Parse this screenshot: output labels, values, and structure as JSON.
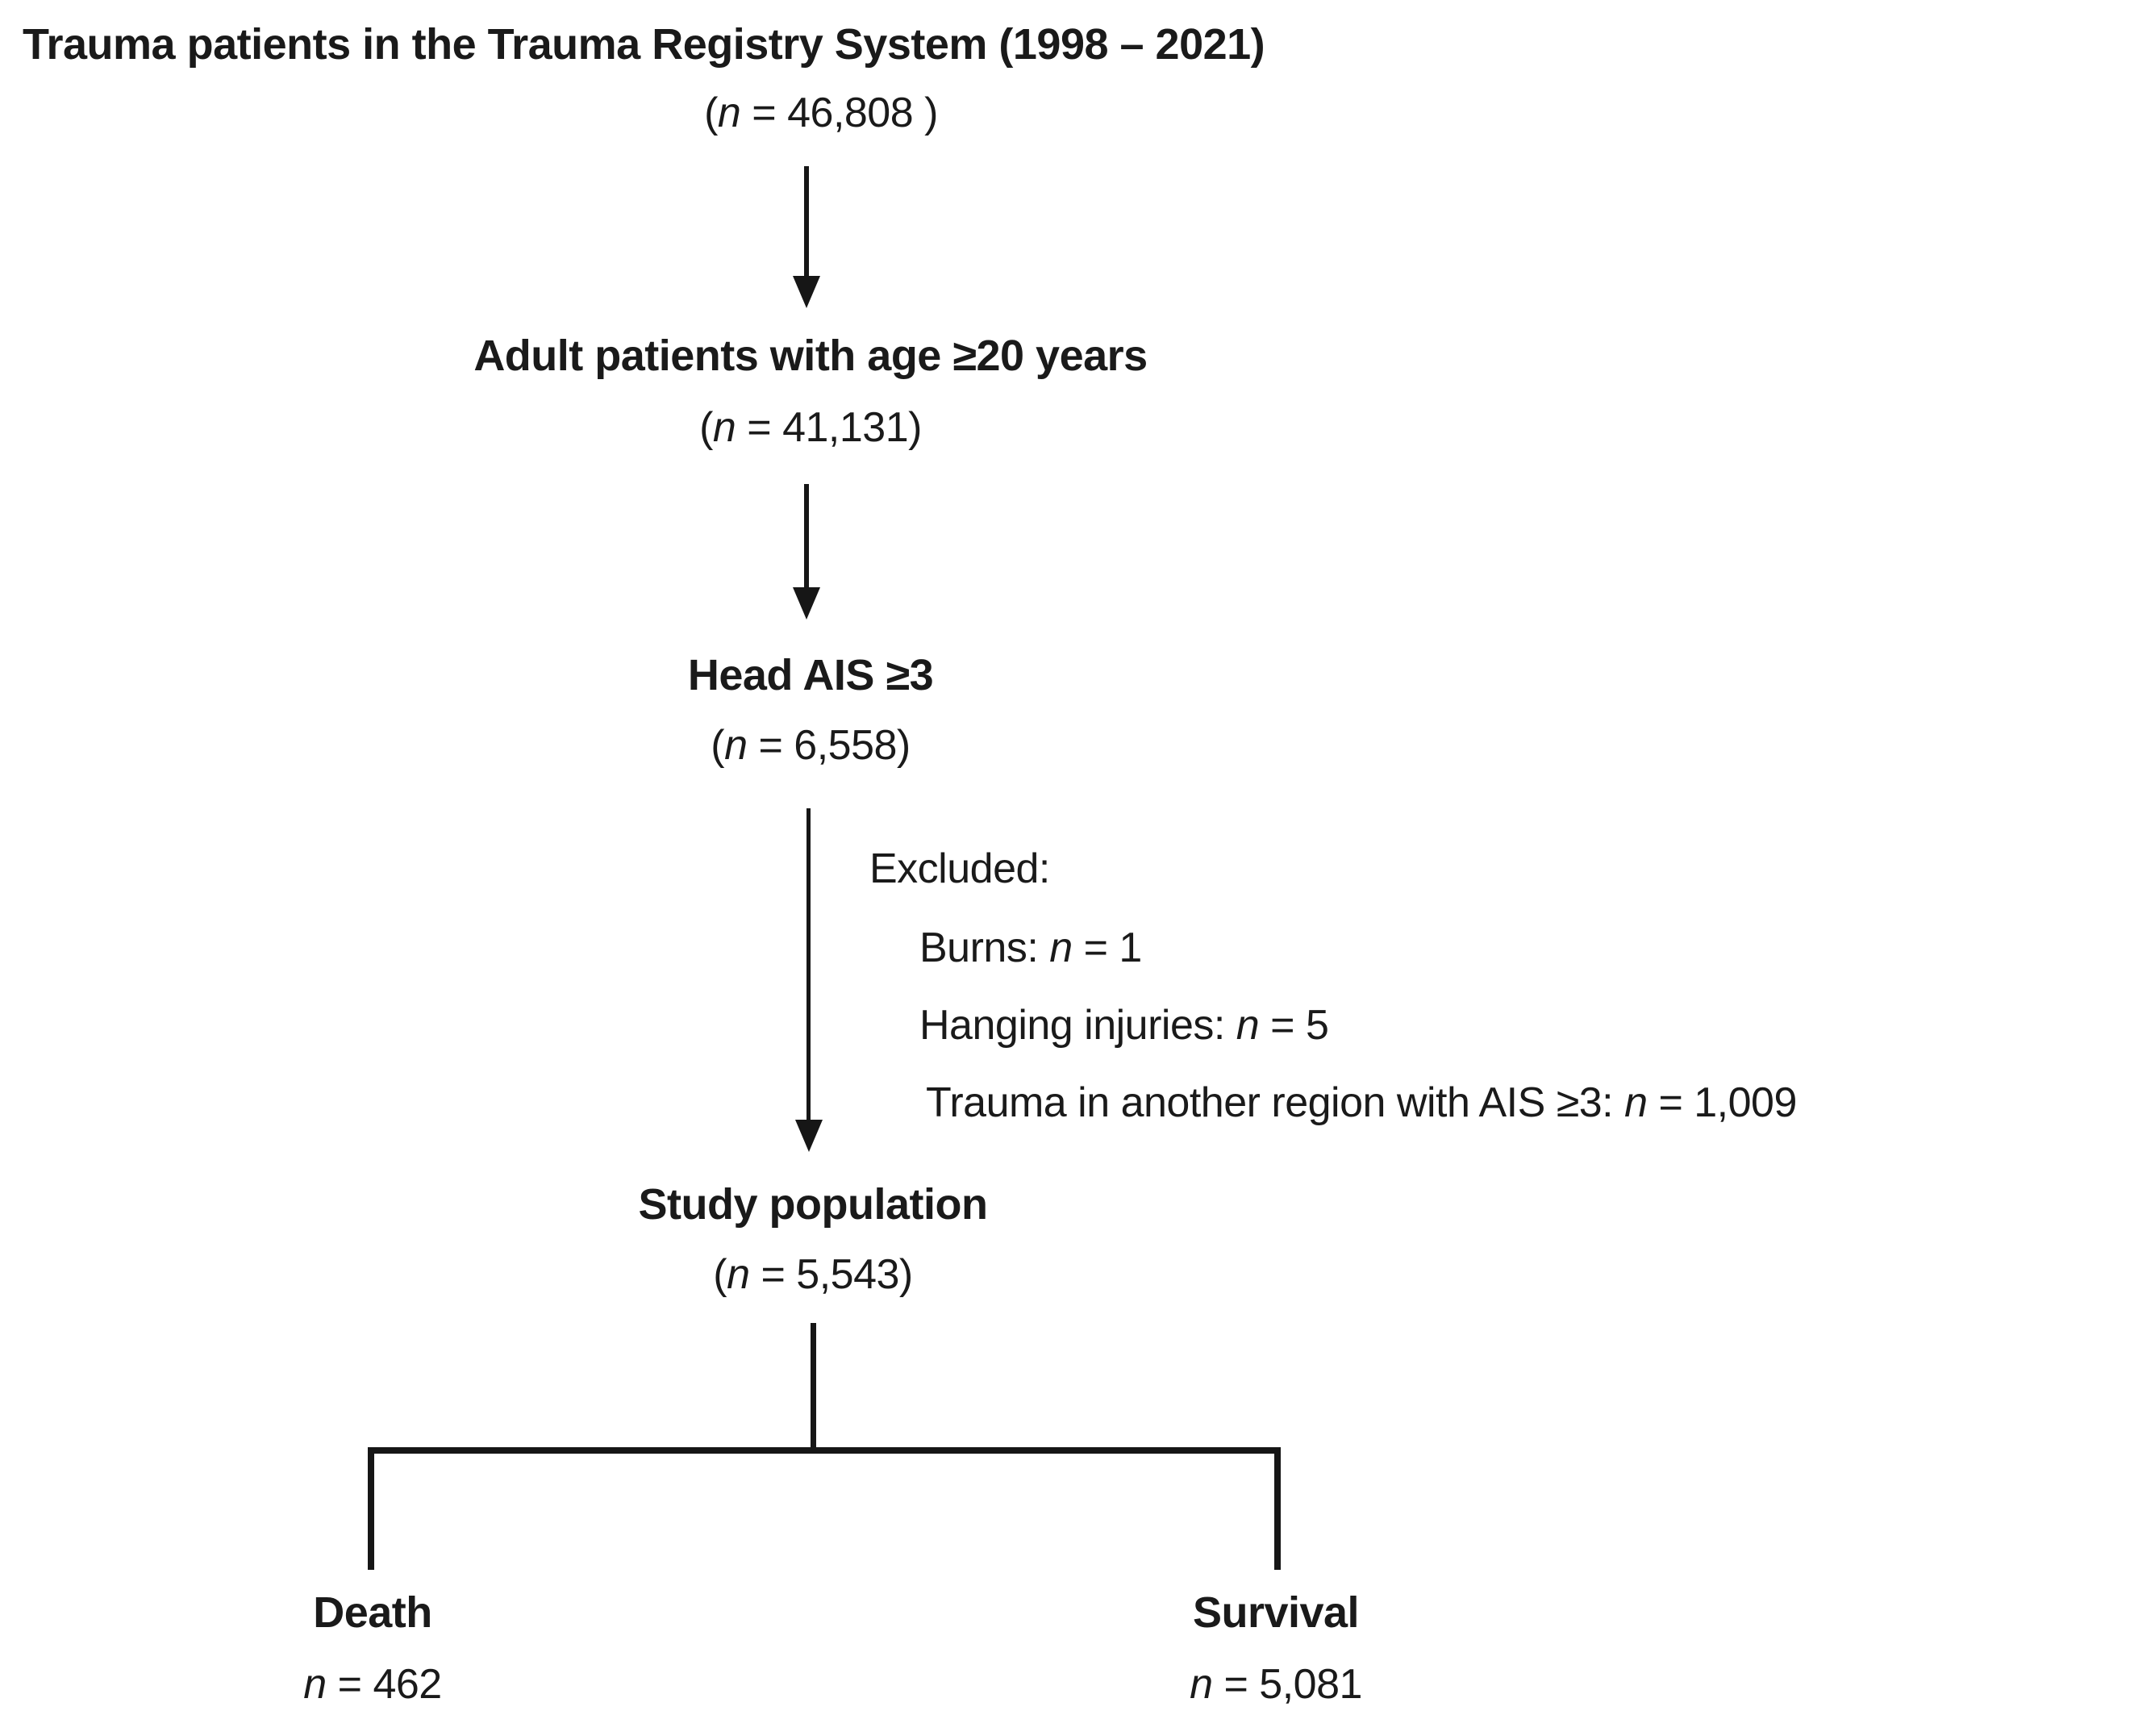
{
  "figure": {
    "background_color": "#ffffff",
    "line_color": "#161616",
    "text_color": "#1a1a1a"
  },
  "nodes": {
    "registry": {
      "label": "Trauma patients in the Trauma Registry System (1998 – 2021)",
      "n_open": "(",
      "n_var": "n",
      "n_rest": " = 46,808 )"
    },
    "adult": {
      "label": "Adult patients with age ≥20 years",
      "n_open": "(",
      "n_var": "n",
      "n_rest": " = 41,131)"
    },
    "head_ais": {
      "label": "Head AIS ≥3",
      "n_open": "(",
      "n_var": "n",
      "n_rest": " = 6,558)"
    },
    "study": {
      "label": "Study population",
      "n_open": "(",
      "n_var": "n",
      "n_rest": " = 5,543)"
    },
    "death": {
      "label": "Death",
      "n_var": "n",
      "n_rest": " = 462"
    },
    "survival": {
      "label": "Survival",
      "n_var": "n",
      "n_rest": " = 5,081"
    }
  },
  "excluded": {
    "title": "Excluded:",
    "items": [
      {
        "pre": "Burns: ",
        "var": "n",
        "post": " = 1"
      },
      {
        "pre": "Hanging injuries: ",
        "var": "n",
        "post": " = 5"
      },
      {
        "pre": "Trauma in another region with AIS ≥3: ",
        "var": "n",
        "post": " = 1,009"
      }
    ]
  }
}
